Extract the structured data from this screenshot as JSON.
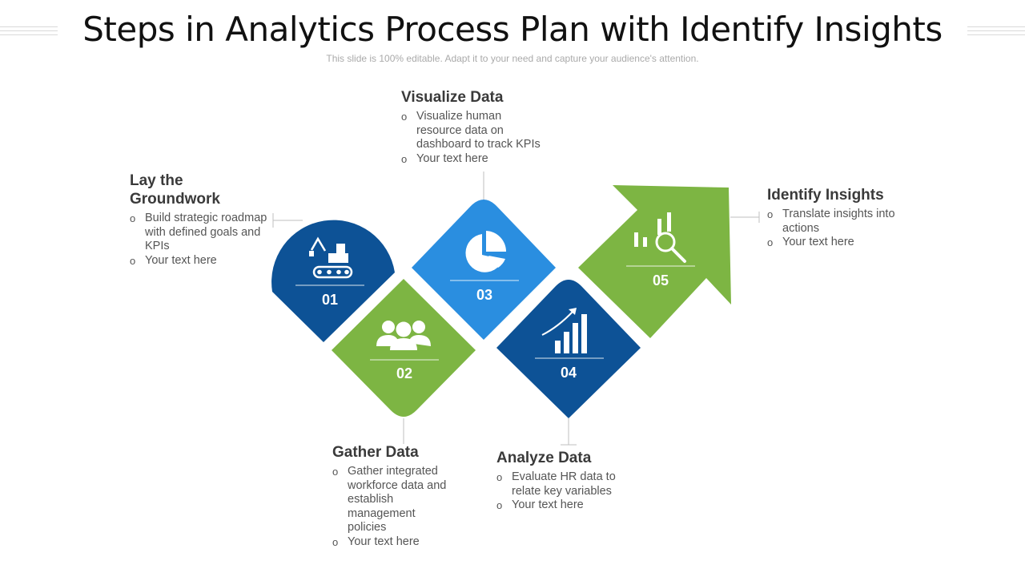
{
  "slide": {
    "title": "Steps in Analytics Process Plan with Identify Insights",
    "subtitle": "This slide is 100% editable. Adapt it to your need and capture your audience's attention."
  },
  "steps": [
    {
      "number": "01",
      "title": "Lay the Groundwork",
      "icon": "excavator-icon",
      "color": "#0d5296",
      "bullets": [
        "Build strategic roadmap with defined goals and KPIs",
        "Your text here"
      ]
    },
    {
      "number": "02",
      "title": "Gather Data",
      "icon": "people-group-icon",
      "color": "#7db543",
      "bullets": [
        "Gather integrated workforce data and establish management policies",
        "Your text here"
      ]
    },
    {
      "number": "03",
      "title": "Visualize Data",
      "icon": "pie-chart-icon",
      "color": "#2a8ee0",
      "bullets": [
        "Visualize human resource data on dashboard to track KPIs",
        "Your text here"
      ]
    },
    {
      "number": "04",
      "title": "Analyze Data",
      "icon": "growth-chart-icon",
      "color": "#0d5296",
      "bullets": [
        "Evaluate HR data to relate key variables",
        "Your text here"
      ]
    },
    {
      "number": "05",
      "title": "Identify Insights",
      "icon": "magnifier-chart-icon",
      "color": "#7db543",
      "bullets": [
        "Translate insights into actions",
        "Your text here"
      ]
    }
  ]
}
